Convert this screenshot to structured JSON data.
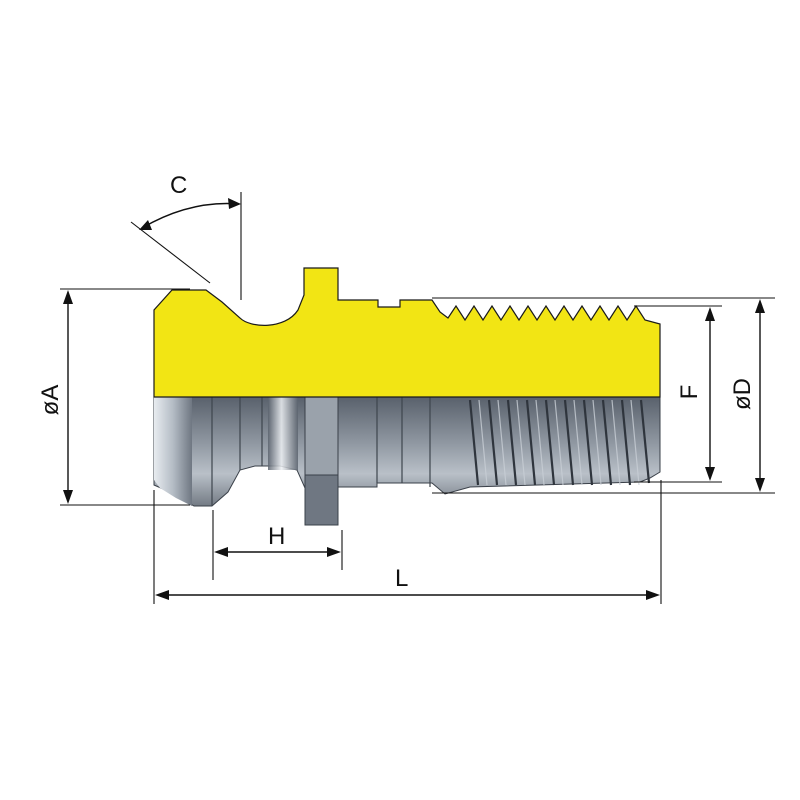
{
  "labels": {
    "c": "C",
    "a": "øA",
    "d": "øD",
    "f": "F",
    "h": "H",
    "l": "L"
  },
  "colors": {
    "section": "#f2e514",
    "steel_dark": "#4e5661",
    "steel_mid": "#8b939d",
    "steel_light": "#dfe3e8",
    "line": "#111111"
  }
}
